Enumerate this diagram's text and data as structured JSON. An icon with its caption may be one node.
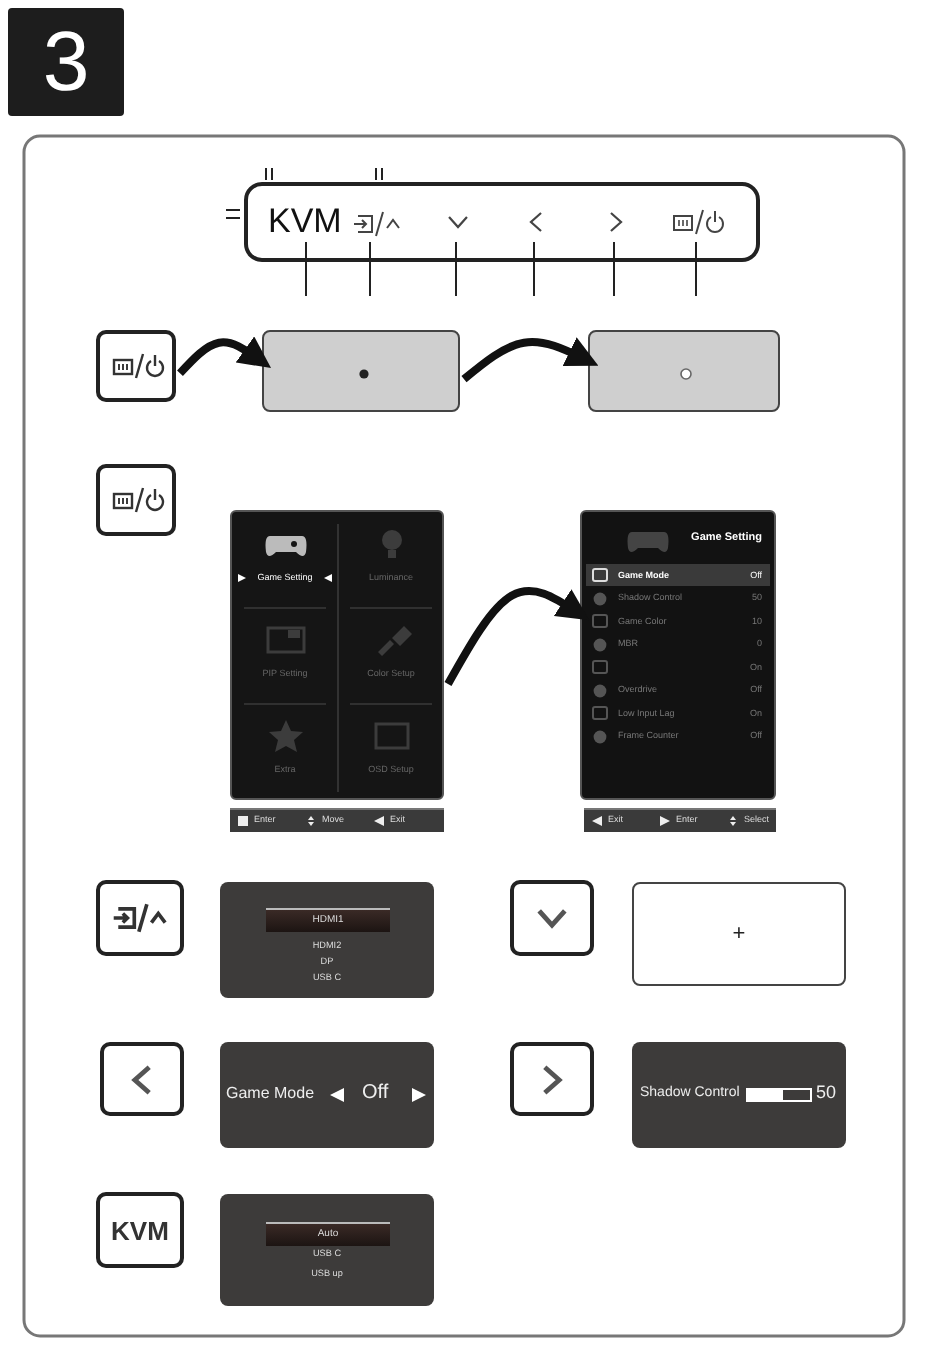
{
  "diagram": {
    "nodes": [
      {
        "text": [
          "3"
        ]
      },
      {
        "text": [
          "KVM"
        ]
      },
      {
        "text": [],
        "shape": "box"
      },
      {
        "text": [],
        "shape": "box"
      },
      {
        "text": [],
        "shape": "box"
      },
      {
        "text": [],
        "shape": "box"
      },
      {
        "text": [
          "Game Setting",
          "Luminance",
          "PIP Setting",
          "Color Setup",
          "Extra",
          "OSD Setup"
        ]
      },
      {
        "text": [
          "Enter",
          "Move",
          "Exit"
        ]
      },
      {
        "text": [
          "Game Setting",
          "Game Mode",
          "Off",
          "Shadow Control",
          "50",
          "Game Color",
          "10",
          "MBR",
          "0",
          "On",
          "Overdrive",
          "Off",
          "Low Input Lag",
          "On",
          "Frame Counter",
          "Off"
        ]
      },
      {
        "text": [
          "Exit",
          "Enter",
          "Select"
        ]
      },
      {
        "text": [],
        "shape": "box"
      },
      {
        "text": [
          "HDMI1",
          "HDMI2",
          "DP",
          "USB C"
        ]
      },
      {
        "text": [],
        "shape": "box"
      },
      {
        "text": [
          "+"
        ]
      },
      {
        "text": [],
        "shape": "box"
      },
      {
        "text": [
          "Game Mode",
          "Off"
        ]
      },
      {
        "text": [],
        "shape": "box"
      },
      {
        "text": [
          "Shadow Control",
          "50"
        ]
      },
      {
        "text": [
          "KVM"
        ]
      },
      {
        "text": [
          "Auto",
          "USB C",
          "USB up"
        ]
      }
    ],
    "edges": [
      {
        "from": 2,
        "to": 3,
        "arrow": "to"
      },
      {
        "from": 3,
        "to": 4,
        "arrow": "to"
      },
      {
        "from": 6,
        "to": 8,
        "arrow": "to"
      }
    ]
  }
}
